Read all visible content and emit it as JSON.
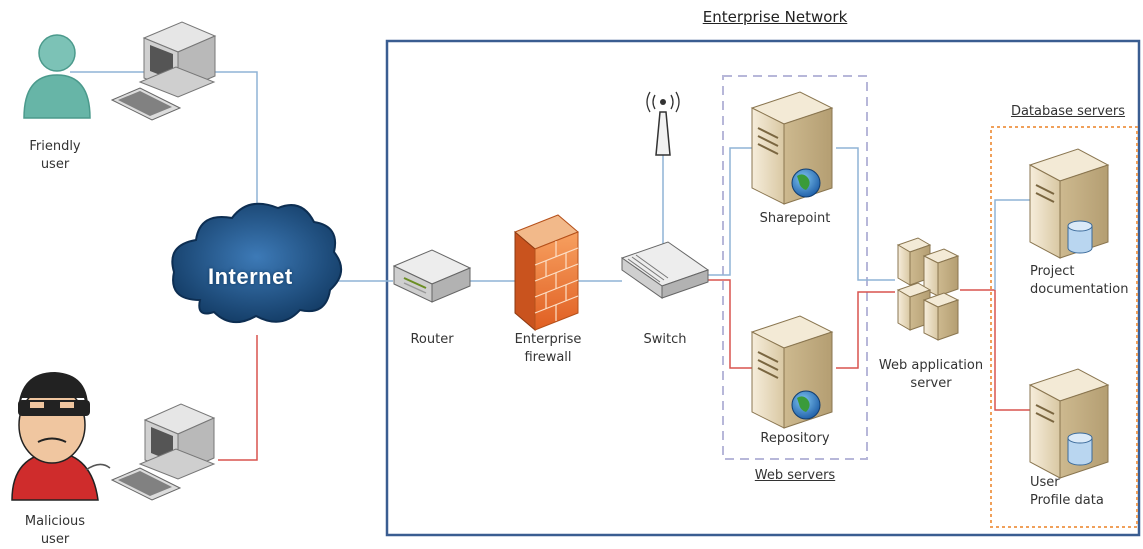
{
  "title": "Enterprise  Network",
  "groups": {
    "web_servers": "Web servers",
    "database_servers": "Database servers"
  },
  "nodes": {
    "friendly_user": "Friendly\nuser",
    "malicious_user": "Malicious\nuser",
    "internet": "Internet",
    "router": "Router",
    "firewall": "Enterprise\nfirewall",
    "switch": "Switch",
    "sharepoint": "Sharepoint",
    "repository": "Repository",
    "web_app_server": "Web application\nserver",
    "project_docs": "Project\ndocumentation",
    "user_profile": "User\nProfile data"
  },
  "colors": {
    "network_border": "#3a5d91",
    "link_blue": "#8fb3d6",
    "link_red": "#d9534f",
    "group_dash": "#b7b7d9",
    "db_dash": "#f0a05a",
    "server": "#e9dcc0",
    "firewall": "#e8743a",
    "cloud": "#1c4f82",
    "user_friendly": "#67b5a7"
  },
  "icons": [
    "user-icon",
    "computer-icon",
    "cloud-icon",
    "router-icon",
    "firewall-icon",
    "switch-icon",
    "antenna-icon",
    "server-icon",
    "globe-icon",
    "database-icon"
  ]
}
